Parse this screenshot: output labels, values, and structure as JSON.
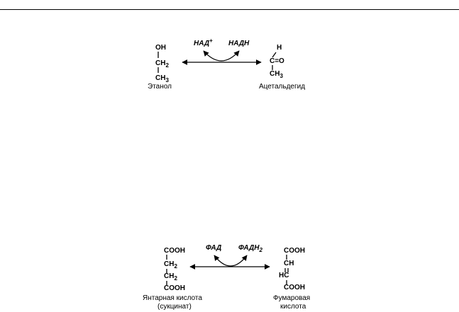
{
  "reaction1": {
    "substrate_formula": {
      "line1": "OH",
      "line2": "CH",
      "line2_sub": "2",
      "line3": "CH",
      "line3_sub": "3"
    },
    "substrate_name": "Этанол",
    "cofactor_in": {
      "text": "НАД",
      "sup": "+"
    },
    "cofactor_out": "НАДН",
    "product_formula": {
      "line1": "H",
      "line2": "C=O",
      "line3": "CH",
      "line3_sub": "3"
    },
    "product_name": "Ацетальдегид"
  },
  "reaction2": {
    "substrate_formula": {
      "line1": "COOH",
      "line2": "CH",
      "line2_sub": "2",
      "line3": "CH",
      "line3_sub": "2",
      "line4": "COOH"
    },
    "substrate_name_line1": "Янтарная кислота",
    "substrate_name_line2": "(сукцинат)",
    "cofactor_in": "ФАД",
    "cofactor_out": {
      "text": "ФАДН",
      "sub": "2"
    },
    "product_formula": {
      "line1": "COOH",
      "line2": "CH",
      "line3": "HC",
      "line4": "COOH"
    },
    "product_name_line1": "Фумаровая",
    "product_name_line2": "кислота"
  }
}
